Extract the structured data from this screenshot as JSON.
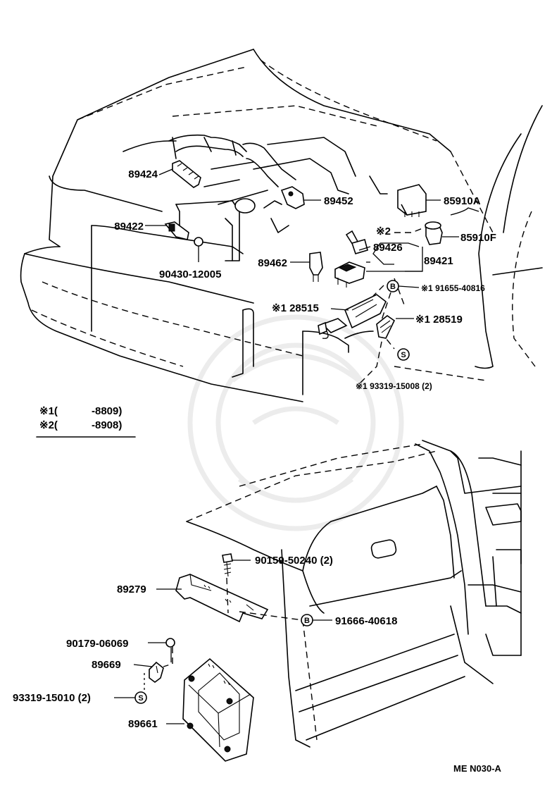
{
  "parts": {
    "p89424": "89424",
    "p89422": "89422",
    "p90430": "90430-12005",
    "p89452": "89452",
    "p89462": "89462",
    "p85910a": "85910A",
    "p85910f": "85910F",
    "p89426": "89426",
    "p89426_mark": "※2",
    "p89421": "89421",
    "p91655": "※1 91655-40816",
    "p28515": "※1 28515",
    "p28519": "※1 28519",
    "p93319_15008": "※1 93319-15008 (2)",
    "p90159": "90159-50240 (2)",
    "p89279": "89279",
    "p91666": "91666-40618",
    "p90179": "90179-06069",
    "p89669": "89669",
    "p93319_15010": "93319-15010 (2)",
    "p89661": "89661"
  },
  "markers": {
    "b": "B",
    "s": "S"
  },
  "legend": {
    "row1_mark": "※1(",
    "row1_value": "-8809)",
    "row2_mark": "※2(",
    "row2_value": "-8908)"
  },
  "code": "ME N030-A"
}
